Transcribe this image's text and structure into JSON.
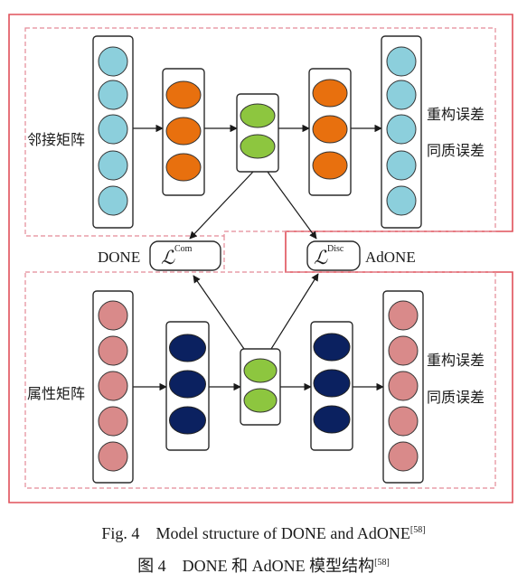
{
  "labels": {
    "top_input": "邻接矩阵",
    "bottom_input": "属性矩阵",
    "top_out1": "重构误差",
    "top_out2": "同质误差",
    "bottom_out1": "重构误差",
    "bottom_out2": "同质误差",
    "done": "DONE",
    "adone": "AdONE",
    "loss_symbol": "ℒ",
    "loss_com_sup": "Com",
    "loss_disc_sup": "Disc"
  },
  "caption": {
    "line1_prefix": "Fig. 4",
    "line1_text": "Model structure of DONE and AdONE",
    "line1_ref": "[58]",
    "line2_prefix": "图 4",
    "line2_text": "DONE 和 AdONE 模型结构",
    "line2_ref": "[58]"
  },
  "colors": {
    "cyan": "#8ccfdc",
    "orange": "#e8700e",
    "green": "#8dc63f",
    "pink": "#d98a8a",
    "navy": "#0b2160",
    "red_border": "#e0505a",
    "dashed": "#e48a96"
  }
}
